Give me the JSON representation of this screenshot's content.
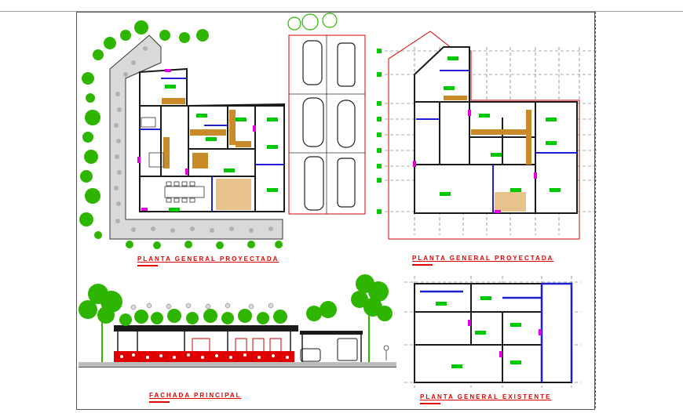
{
  "drawing": {
    "titles": {
      "proposed_plan": "PLANTA GENERAL PROYECTADA",
      "proposed_plan_dimensioned": "PLANTA GENERAL PROYECTADA",
      "main_facade": "FACHADA PRINCIPAL",
      "existing_plan": "PLANTA GENERAL EXISTENTE"
    },
    "colors": {
      "title": "#e00000",
      "vegetation": "#2db500",
      "walls": "#1a1a1a",
      "partitions": "#1f1fd0",
      "furniture": "#c98b2a",
      "room_tags": "#00c800",
      "accents": "#e000e0",
      "outline": "#d00000"
    }
  }
}
